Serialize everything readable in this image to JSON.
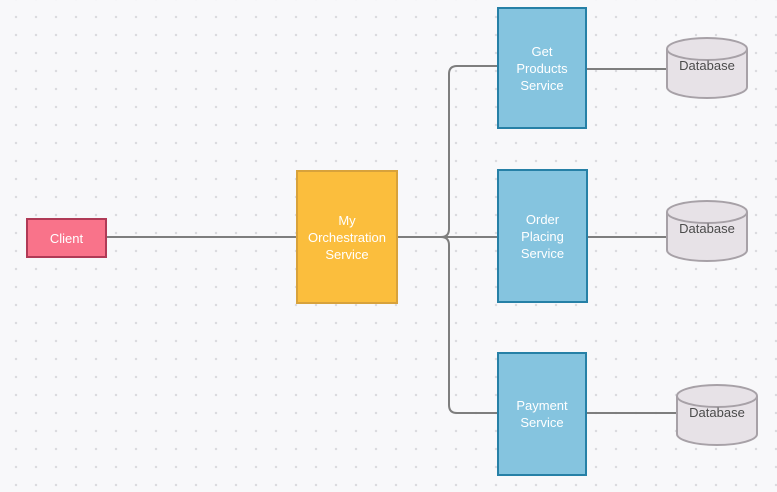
{
  "diagram": {
    "type": "architecture-diagram",
    "colors": {
      "canvas_background": "#F8F8FA",
      "grid_dot": "#DBDBDF",
      "connector": "#7E7E7E",
      "client_fill": "#F9738A",
      "client_stroke": "#B03A56",
      "orchestration_fill": "#FBBE3D",
      "orchestration_stroke": "#D8A23B",
      "service_fill": "#85C4DF",
      "service_stroke": "#2680A6",
      "database_fill": "#E7E2E7",
      "database_stroke": "#A7A1A7",
      "box_text": "#FFFFFF",
      "database_text": "#4B4B4B"
    },
    "nodes": {
      "client": {
        "label": "Client"
      },
      "orchestration": {
        "label": "My Orchestration Service"
      },
      "get_products": {
        "label": "Get Products Service"
      },
      "order_placing": {
        "label": "Order Placing Service"
      },
      "payment": {
        "label": "Payment Service"
      },
      "db_top": {
        "label": "Database"
      },
      "db_middle": {
        "label": "Database"
      },
      "db_bottom": {
        "label": "Database"
      }
    },
    "edges": [
      {
        "from": "Client",
        "to": "My Orchestration Service"
      },
      {
        "from": "My Orchestration Service",
        "to": "Get Products Service"
      },
      {
        "from": "My Orchestration Service",
        "to": "Order Placing Service"
      },
      {
        "from": "My Orchestration Service",
        "to": "Payment Service"
      },
      {
        "from": "Get Products Service",
        "to": "Database"
      },
      {
        "from": "Order Placing Service",
        "to": "Database"
      },
      {
        "from": "Payment Service",
        "to": "Database"
      }
    ]
  }
}
